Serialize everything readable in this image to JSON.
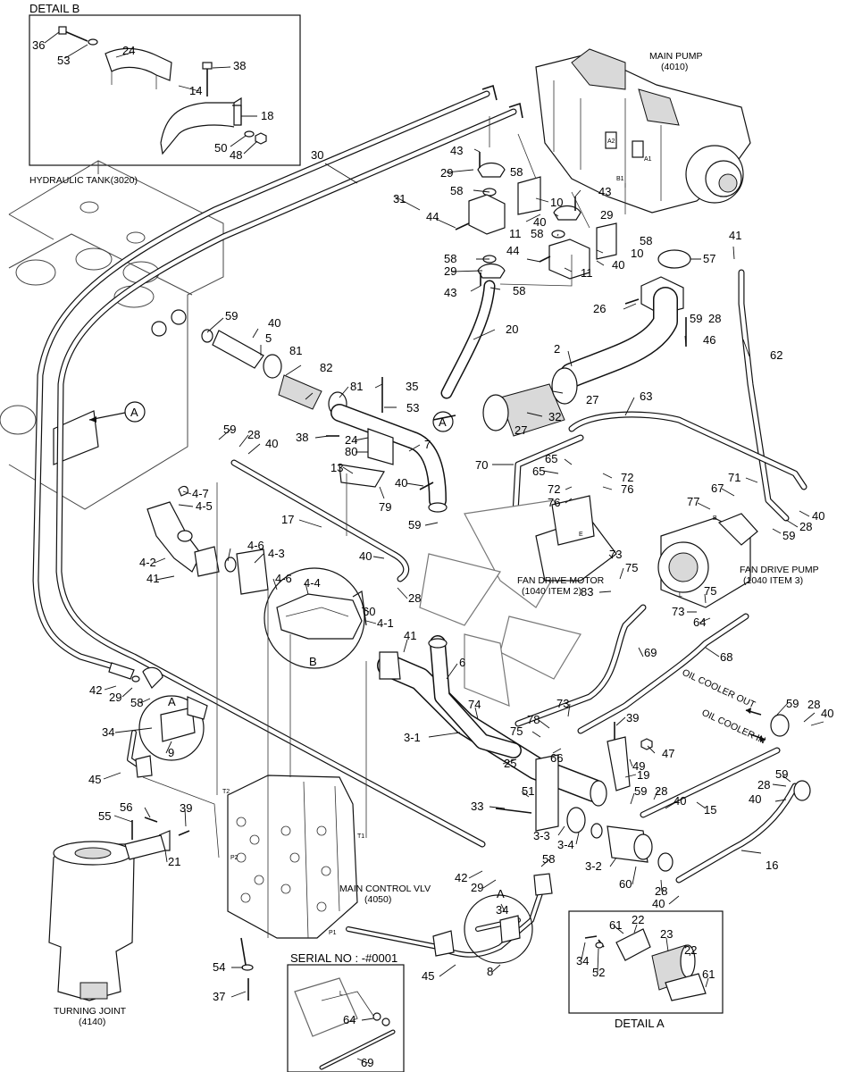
{
  "titles": {
    "detail_b": "DETAIL B",
    "detail_a": "DETAIL A",
    "serial": "SERIAL NO : -#0001",
    "hydraulic_tank": "HYDRAULIC TANK(3020)",
    "main_pump": "MAIN PUMP",
    "main_pump_no": "(4010)",
    "fan_drive_motor": "FAN DRIVE MOTOR",
    "fan_drive_motor_no": "(1040 ITEM 2)",
    "fan_drive_pump": "FAN DRIVE PUMP",
    "fan_drive_pump_no": "(1040 ITEM 3)",
    "main_control_vlv": "MAIN CONTROL VLV",
    "main_control_vlv_no": "(4050)",
    "turning_joint": "TURNING JOINT",
    "turning_joint_no": "(4140)",
    "oil_cooler_out": "OIL COOLER OUT",
    "oil_cooler_in": "OIL COOLER IN"
  },
  "callouts": {
    "circle_a1": "A",
    "circle_a2": "A",
    "circle_b": "B",
    "detail_a_left": "A",
    "detail_a_bottom": "A"
  },
  "ports": {
    "a2": "A2",
    "a1": "A1",
    "b1": "B1",
    "t2": "T2",
    "t1": "T1",
    "p2": "P2",
    "p1": "P1",
    "b": "B",
    "e": "E",
    "l": "L",
    "l2": "L"
  },
  "part_numbers": {
    "n36": "36",
    "n53a": "53",
    "n24a": "24",
    "n38a": "38",
    "n14": "14",
    "n18": "18",
    "n50": "50",
    "n48": "48",
    "n30": "30",
    "n31": "31",
    "n43a": "43",
    "n29a": "29",
    "n58a": "58",
    "n58b": "58",
    "n10a": "10",
    "n43b": "43",
    "n40a": "40",
    "n29b": "29",
    "n44a": "44",
    "n11a": "11",
    "n58c": "58",
    "n58d": "58",
    "n44b": "44",
    "n10b": "10",
    "n40b": "40",
    "n58e": "58",
    "n29c": "29",
    "n11b": "11",
    "n43c": "43",
    "n58f": "58",
    "n57": "57",
    "n41a": "41",
    "n59a": "59",
    "n40c": "40",
    "n5": "5",
    "n81a": "81",
    "n82": "82",
    "n81b": "81",
    "n20": "20",
    "n26": "26",
    "n59b": "59",
    "n28a": "28",
    "n46": "46",
    "n62": "62",
    "n2": "2",
    "n35": "35",
    "n53b": "53",
    "n27a": "27",
    "n32": "32",
    "n27b": "27",
    "n63": "63",
    "n59c": "59",
    "n28b": "28",
    "n40d": "40",
    "n38b": "38",
    "n24b": "24",
    "n80": "80",
    "n7": "7",
    "n13": "13",
    "n79": "79",
    "n40e": "40",
    "n65a": "65",
    "n70": "70",
    "n65b": "65",
    "n72a": "72",
    "n72b": "72",
    "n76a": "76",
    "n76b": "76",
    "n71": "71",
    "n67": "67",
    "n77": "77",
    "n40f": "40",
    "n59d": "59",
    "n28c": "28",
    "n4-7": "4-7",
    "n4-5": "4-5",
    "n17": "17",
    "n59e": "59",
    "n4-2": "4-2",
    "n4-6a": "4-6",
    "n4-3": "4-3",
    "n41b": "41",
    "n4-6b": "4-6",
    "n4-4": "4-4",
    "n40g": "40",
    "n28d": "28",
    "n60a": "60",
    "n4-1": "4-1",
    "n73a": "73",
    "n75a": "75",
    "n83": "83",
    "n75b": "75",
    "n73b": "73",
    "n64a": "64",
    "n69a": "69",
    "n68": "68",
    "n41c": "41",
    "n6": "6",
    "n42a": "42",
    "n29d": "29",
    "n58g": "58",
    "n34a": "34",
    "n9": "9",
    "n45a": "45",
    "n3-1": "3-1",
    "n74": "74",
    "n73c": "73",
    "n78": "78",
    "n75c": "75",
    "n66": "66",
    "n39a": "39",
    "n47": "47",
    "n49": "49",
    "n19": "19",
    "n25": "25",
    "n59f": "59",
    "n28e": "28",
    "n40h": "40",
    "n56": "56",
    "n55": "55",
    "n39b": "39",
    "n21": "21",
    "n33": "33",
    "n51": "51",
    "n3-3": "3-3",
    "n3-4": "3-4",
    "n59g": "59",
    "n28f": "28",
    "n40i": "40",
    "n15": "15",
    "n59h": "59",
    "n28g": "28",
    "n40j": "40",
    "n42b": "42",
    "n29e": "29",
    "n58h": "58",
    "n3-2": "3-2",
    "n60b": "60",
    "n28h": "28",
    "n40k": "40",
    "n16": "16",
    "n34b": "34",
    "n45b": "45",
    "n8": "8",
    "n54": "54",
    "n37": "37",
    "n64b": "64",
    "n69b": "69",
    "n61a": "61",
    "n22a": "22",
    "n23": "23",
    "n22b": "22",
    "n34c": "34",
    "n52": "52",
    "n61b": "61"
  }
}
